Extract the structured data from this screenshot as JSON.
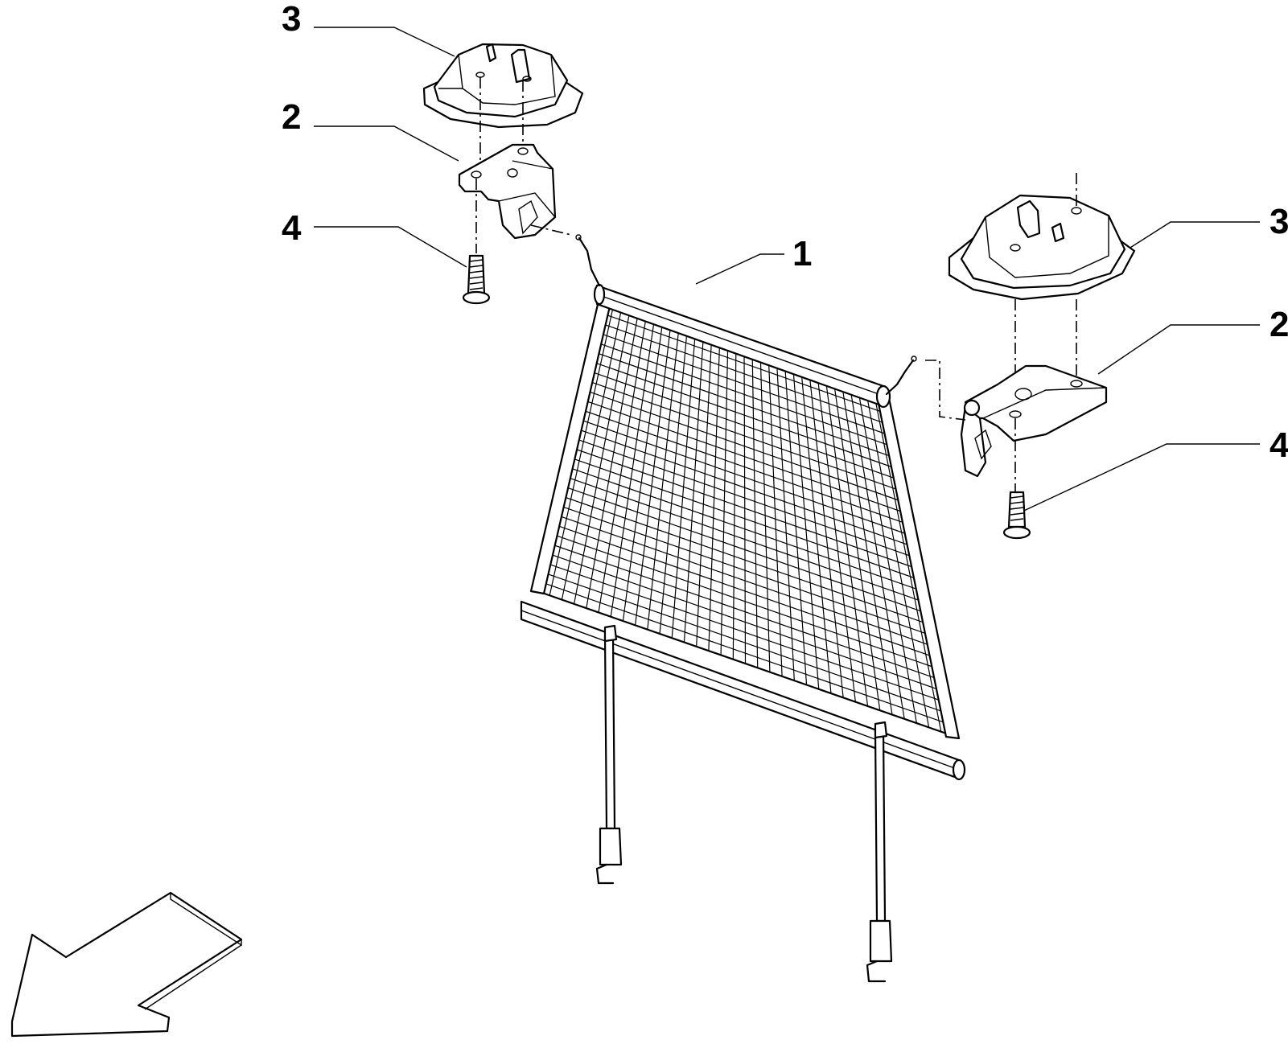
{
  "callouts": [
    {
      "id": "tl-3",
      "label": "3"
    },
    {
      "id": "tl-2",
      "label": "2"
    },
    {
      "id": "tl-4",
      "label": "4"
    },
    {
      "id": "center-1",
      "label": "1"
    },
    {
      "id": "tr-3",
      "label": "3"
    },
    {
      "id": "tr-2",
      "label": "2"
    },
    {
      "id": "tr-4",
      "label": "4"
    }
  ],
  "parts": [
    {
      "number": "1",
      "name": "net-partition-roller-blind"
    },
    {
      "number": "2",
      "name": "mounting-bracket"
    },
    {
      "number": "3",
      "name": "bracket-cover"
    },
    {
      "number": "4",
      "name": "fixing-screw"
    }
  ],
  "icons": {
    "direction": "direction-arrow-icon"
  },
  "colors": {
    "line": "#000000",
    "background": "#ffffff"
  }
}
